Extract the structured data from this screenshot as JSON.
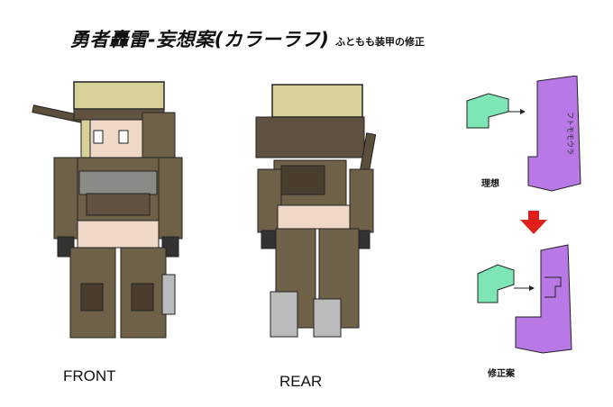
{
  "title": "勇者轟雷-妄想案(カラーラフ)",
  "subtitle": "ふともも装甲の修正",
  "views": {
    "front": "FRONT",
    "rear": "REAR"
  },
  "diagram": {
    "ideal_label": "理想",
    "revision_label": "修正案",
    "annotation": "フトモモウラ"
  },
  "colors": {
    "armor": "#6f6048",
    "armor_dark": "#4a3f2f",
    "helmet": "#d7d29a",
    "skin": "#efd8c8",
    "green_part": "#7ee6b4",
    "purple_part": "#b878e6",
    "arrow_red": "#e0201c"
  }
}
